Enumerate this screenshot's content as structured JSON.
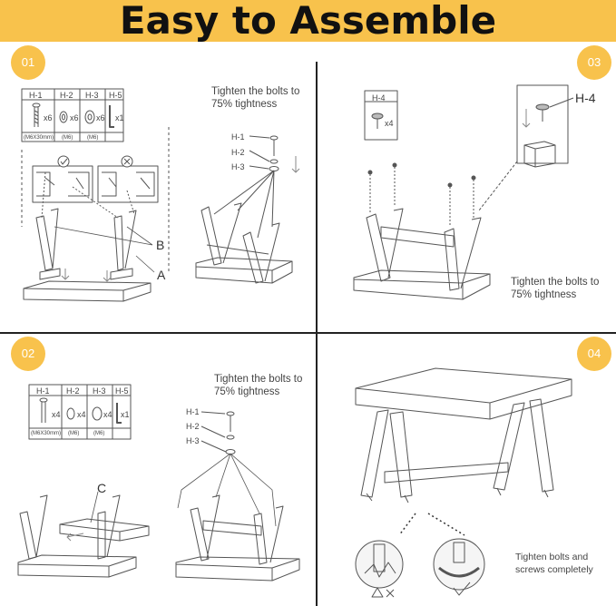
{
  "title": "Easy to Assemble",
  "colors": {
    "accent": "#f8c24c",
    "line": "#333333"
  },
  "steps": [
    {
      "number": "01",
      "parts": [
        {
          "code": "H-1",
          "qty": "x6",
          "spec": "(M6X30mm)"
        },
        {
          "code": "H-2",
          "qty": "x6",
          "spec": "(M6)"
        },
        {
          "code": "H-3",
          "qty": "x6",
          "spec": "(M6)"
        },
        {
          "code": "H-5",
          "qty": "x1",
          "spec": ""
        }
      ],
      "note_line1": "Tighten the bolts to",
      "note_line2": "75% tightness",
      "callout_a": "A",
      "callout_b": "B",
      "stack": [
        "H-1",
        "H-2",
        "H-3"
      ]
    },
    {
      "number": "02",
      "parts": [
        {
          "code": "H-1",
          "qty": "x4",
          "spec": "(M6X30mm)"
        },
        {
          "code": "H-2",
          "qty": "x4",
          "spec": "(M6)"
        },
        {
          "code": "H-3",
          "qty": "x4",
          "spec": "(M6)"
        },
        {
          "code": "H-5",
          "qty": "x1",
          "spec": ""
        }
      ],
      "note_line1": "Tighten the bolts to",
      "note_line2": "75% tightness",
      "callout_c": "C",
      "stack": [
        "H-1",
        "H-2",
        "H-3"
      ]
    },
    {
      "number": "03",
      "parts": [
        {
          "code": "H-4",
          "qty": "x4"
        }
      ],
      "callout": "H-4",
      "note_line1": "Tighten the bolts to",
      "note_line2": "75% tightness"
    },
    {
      "number": "04",
      "note_line1": "Tighten bolts and",
      "note_line2": "screws completely"
    }
  ]
}
